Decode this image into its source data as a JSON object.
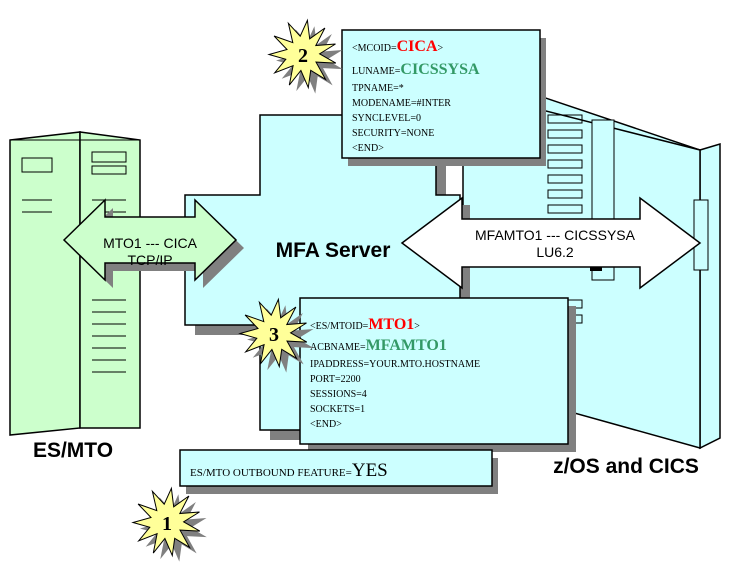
{
  "colors": {
    "panel": "#ccffff",
    "arrow": "#ccffcc",
    "shadow": "#808080",
    "burst": "#ffff99",
    "highlight_red": "#ff0000",
    "highlight_green": "#339966"
  },
  "labels": {
    "es_mto": "ES/MTO",
    "mfa_server": "MFA Server",
    "zos_cics": "z/OS and CICS"
  },
  "left_arrow": {
    "line1": "MTO1 --- CICA",
    "line2": "TCP/IP"
  },
  "right_arrow": {
    "line1": "MFAMTO1 --- CICSSYSA",
    "line2": "LU6.2"
  },
  "box_cics": {
    "mcoid_prefix": "<MCOID=",
    "mcoid_value": "CICA",
    "mcoid_suffix": ">",
    "luname_prefix": "LUNAME=",
    "luname_value": "CICSSYSA",
    "lines": [
      "TPNAME=*",
      "MODENAME=#INTER",
      "SYNCLEVEL=0",
      "SECURITY=NONE",
      "<END>"
    ]
  },
  "box_mto": {
    "mtoid_prefix": "<ES/MTOID=",
    "mtoid_value": "MTO1",
    "mtoid_suffix": ">",
    "acbname_prefix": "ACBNAME=",
    "acbname_value": "MFAMTO1",
    "lines": [
      "IPADDRESS=YOUR.MTO.HOSTNAME",
      "PORT=2200",
      "SESSIONS=4",
      "SOCKETS=1",
      "<END>"
    ]
  },
  "box_feature": {
    "prefix": "ES/MTO OUTBOUND FEATURE=",
    "value": "YES"
  },
  "badges": {
    "one": "1",
    "two": "2",
    "three": "3"
  }
}
